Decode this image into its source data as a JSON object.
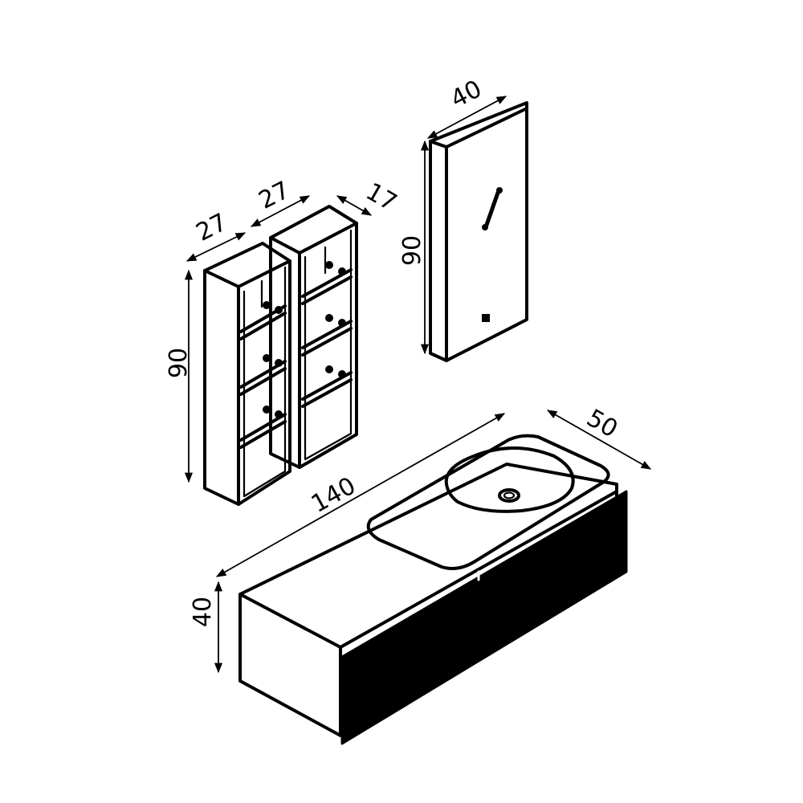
{
  "dimensions": {
    "shelf_left_width": "27",
    "shelf_right_width": "27",
    "shelf_depth": "17",
    "shelf_height": "90",
    "mirror_width": "40",
    "mirror_height": "90",
    "vanity_width": "140",
    "vanity_depth": "50",
    "vanity_height": "40"
  },
  "colors": {
    "line": "#000000",
    "background": "#ffffff"
  }
}
